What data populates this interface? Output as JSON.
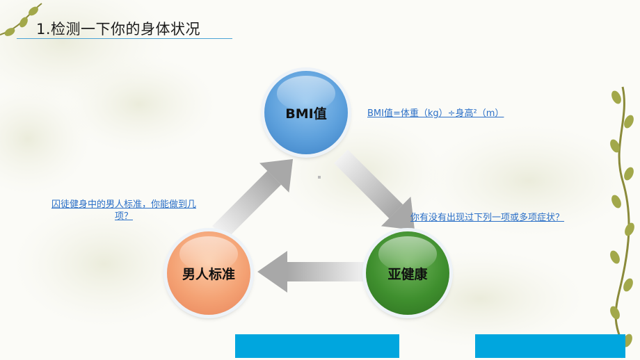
{
  "title": "1.检测一下你的身体状况",
  "nodes": {
    "bmi": "BMI值",
    "subhealth": "亚健康",
    "male_standard": "男人标准"
  },
  "links": {
    "bmi_formula": "BMI值=体重（kg）÷身高²（m）",
    "subhealth_question": "你有没有出现过下列一项或多项症状？",
    "male_question_line1": "囚徒健身中的男人标准，你能做到几",
    "male_question_line2": "项？"
  },
  "colors": {
    "bmi": "#5da0dc",
    "subhealth": "#3f8f2e",
    "male_standard": "#f4a274",
    "link": "#2a6fc7",
    "bottom_bar": "#00a6de"
  }
}
